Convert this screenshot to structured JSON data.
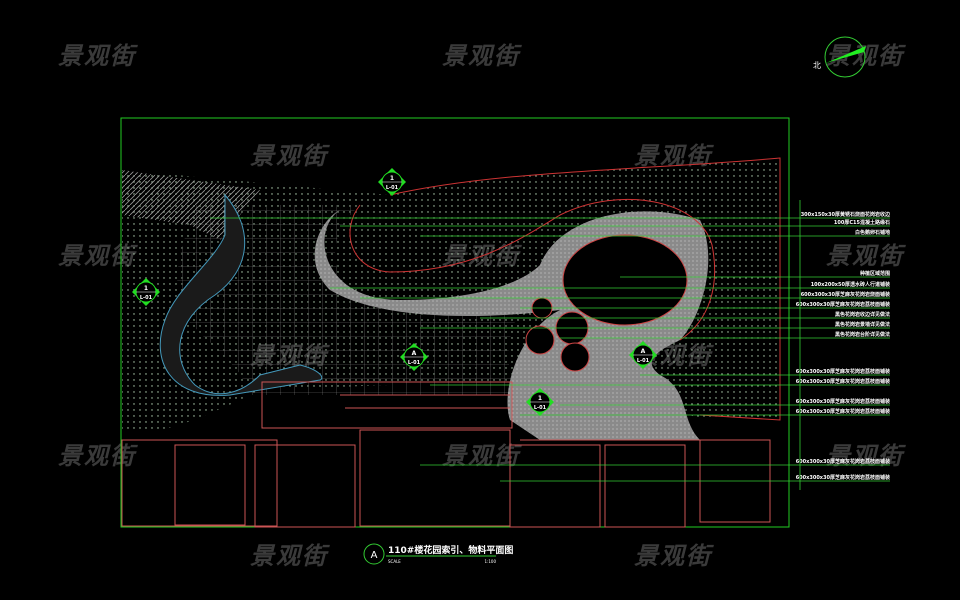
{
  "watermark": "景观街",
  "north_label": "北",
  "title": {
    "marker": "A",
    "text": "110#楼花园索引、物料平面图",
    "scale_left": "SCALE",
    "scale_right": "1:100"
  },
  "callouts": [
    {
      "top": "1",
      "bottom": "L-01"
    },
    {
      "top": "1",
      "bottom": "L-01"
    },
    {
      "top": "A",
      "bottom": "L-01"
    },
    {
      "top": "A",
      "bottom": "L-01"
    },
    {
      "top": "1",
      "bottom": "L-01"
    }
  ],
  "material_labels": [
    "300x150x30厚黄锈石烧面花岗岩收边",
    "100厚C15混凝土路缘石",
    "白色鹅卵石铺地",
    "种植区域范围",
    "100x200x50厚透水砖人行道铺装",
    "600x300x30厚芝麻灰花岗岩烧面铺装",
    "600x300x30厚芝麻灰花岗岩荔枝面铺装",
    "黑色花岗岩收边详见做法",
    "黑色花岗岩景墙详见做法",
    "黑色花岗岩台阶详见做法",
    "600x300x30厚芝麻灰花岗岩荔枝面铺装",
    "600x300x30厚芝麻灰花岗岩荔枝面铺装",
    "600x300x30厚芝麻灰花岗岩荔枝面铺装",
    "600x300x30厚芝麻灰花岗岩荔枝面铺装",
    "600x300x30厚芝麻灰花岗岩荔枝面铺装",
    "600x300x30厚芝麻灰花岗岩荔枝面铺装"
  ]
}
